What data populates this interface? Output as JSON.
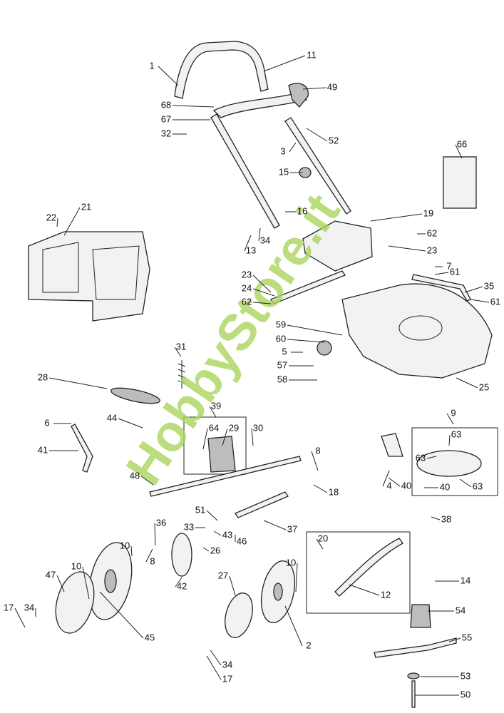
{
  "diagram": {
    "type": "exploded-parts-diagram",
    "labels": [
      "1",
      "11",
      "49",
      "68",
      "67",
      "32",
      "52",
      "3",
      "15",
      "66",
      "16",
      "19",
      "22",
      "21",
      "13",
      "34",
      "62",
      "23",
      "7",
      "61",
      "35",
      "61",
      "23",
      "24",
      "62",
      "59",
      "60",
      "5",
      "57",
      "58",
      "25",
      "31",
      "28",
      "39",
      "44",
      "64",
      "29",
      "30",
      "6",
      "41",
      "48",
      "8",
      "18",
      "9",
      "63",
      "63",
      "63",
      "4",
      "40",
      "40",
      "38",
      "51",
      "33",
      "43",
      "46",
      "37",
      "36",
      "10",
      "26",
      "8",
      "42",
      "20",
      "12",
      "14",
      "10",
      "47",
      "10",
      "27",
      "45",
      "2",
      "54",
      "55",
      "17",
      "34",
      "34",
      "17",
      "53",
      "50"
    ]
  },
  "watermark": "HobbyStore.it"
}
